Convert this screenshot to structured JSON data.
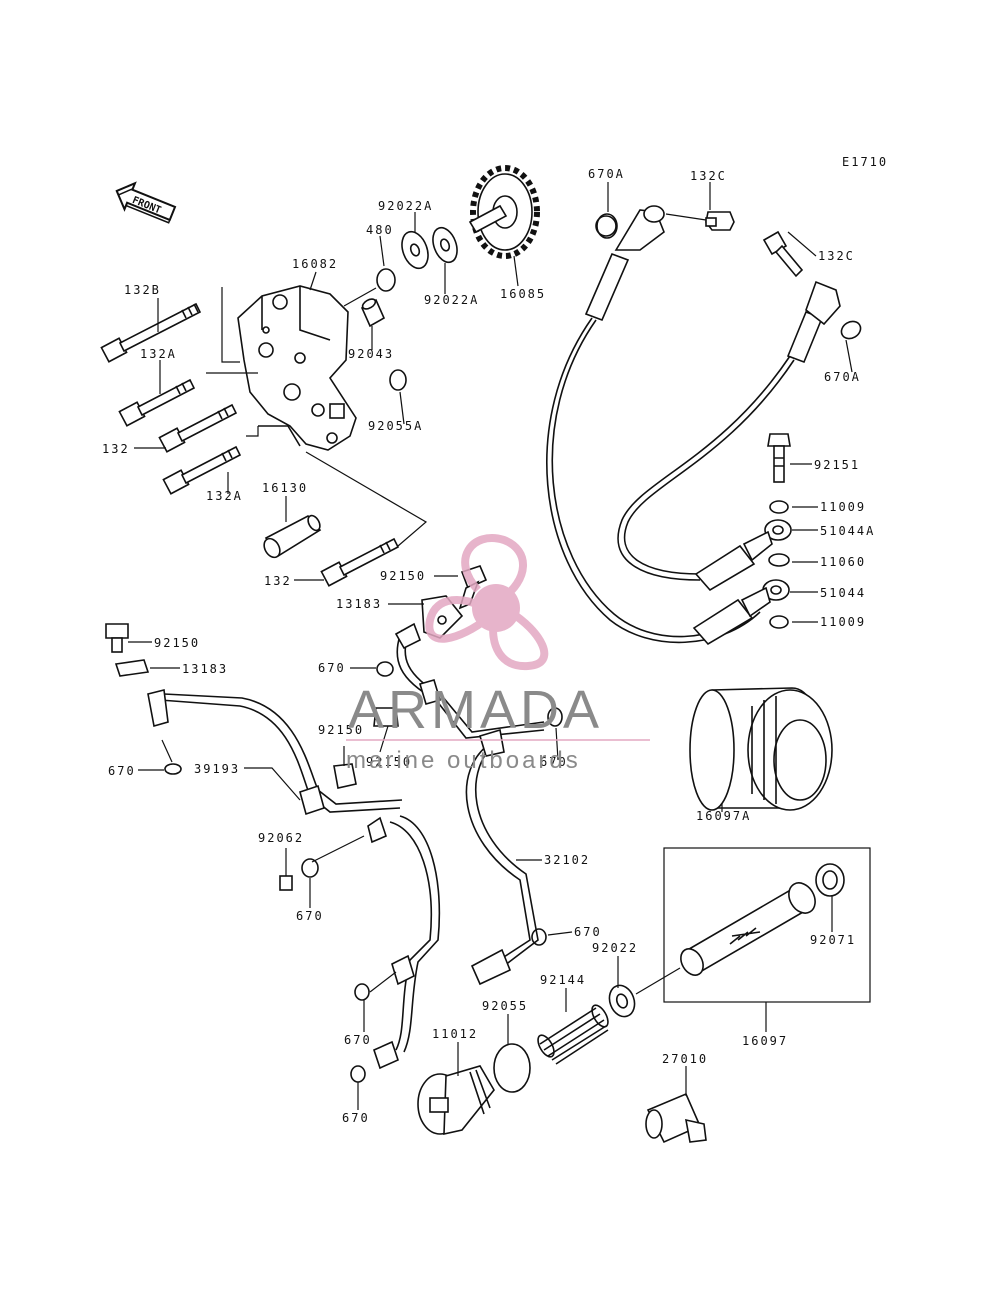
{
  "diagram_code": "E1710",
  "front_label": "FRONT",
  "watermark": {
    "brand": "ARMADA",
    "tagline": "marine outboards",
    "logo_color": "#e3a8c2",
    "text_color": "#8a8a8a"
  },
  "part_labels": {
    "p670A_top": "670A",
    "p132C_top": "132C",
    "p132C_right": "132C",
    "p670A_right": "670A",
    "p92022A_top": "92022A",
    "p480": "480",
    "p16082": "16082",
    "p92022A_bottom": "92022A",
    "p16085": "16085",
    "p132B": "132B",
    "p132A_upper": "132A",
    "p92043": "92043",
    "p92055A": "92055A",
    "p132_mid": "132",
    "p132A_lower": "132A",
    "p16130": "16130",
    "p132_low": "132",
    "p92150_a": "92150",
    "p13183_a": "13183",
    "p92151": "92151",
    "p11009_a": "11009",
    "p51044A": "51044A",
    "p11060": "11060",
    "p51044": "51044",
    "p11009_b": "11009",
    "p92150_b": "92150",
    "p13183_b": "13183",
    "p670_a": "670",
    "p39193": "39193",
    "p670_b": "670",
    "p92150_c": "92150",
    "p92150_d": "92150",
    "p670_c": "670",
    "p16097A": "16097A",
    "p92062": "92062",
    "p670_d": "670",
    "p32102": "32102",
    "p670_e": "670",
    "p92022": "92022",
    "p92071": "92071",
    "p92144": "92144",
    "p92055": "92055",
    "p11012": "11012",
    "p670_f": "670",
    "p670_g": "670",
    "p16097": "16097",
    "p27010": "27010"
  }
}
